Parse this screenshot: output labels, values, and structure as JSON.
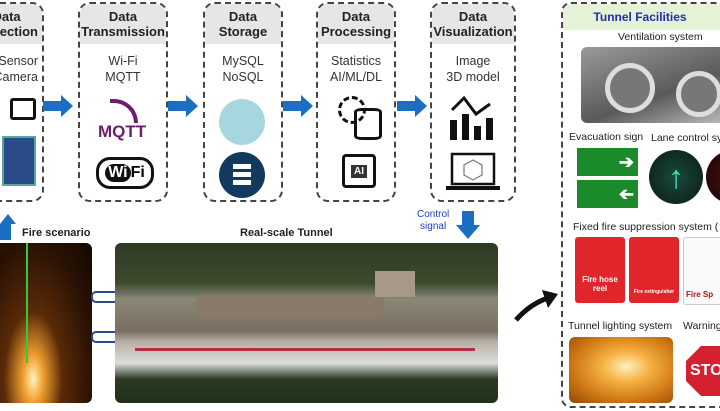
{
  "stages": [
    {
      "title": "Data\nCollection",
      "items": [
        "Sensor",
        "Camera"
      ]
    },
    {
      "title": "Data\nTransmission",
      "items": [
        "Wi-Fi",
        "MQTT"
      ],
      "logos": [
        "MQTT",
        "Wi",
        "Fi"
      ]
    },
    {
      "title": "Data\nStorage",
      "items": [
        "MySQL",
        "NoSQL"
      ]
    },
    {
      "title": "Data\nProcessing",
      "items": [
        "Statistics",
        "AI/ML/DL"
      ],
      "chip_label": "AI"
    },
    {
      "title": "Data\nVisualization",
      "items": [
        "Image",
        "3D model"
      ]
    }
  ],
  "bottom": {
    "fire_scenario": "Fire scenario",
    "real_scale_tunnel": "Real-scale Tunnel",
    "control_signal": "Control\nsignal"
  },
  "facilities": {
    "title": "Tunnel Facilities",
    "ventilation": "Ventilation system",
    "evacuation": "Evacuation sign",
    "lane_control": "Lane control system",
    "fire_suppression": "Fixed fire suppression system (",
    "fire_hose": "Fire hose reel",
    "extinguisher": "Fire extinguisher",
    "sprinkler": "Fire Sp",
    "lighting": "Tunnel lighting system",
    "warning": "Warning",
    "stop": "STOP"
  },
  "colors": {
    "arrow": "#1a6fc4",
    "mqtt": "#6b1d6e",
    "title_blue": "#1f2fa8",
    "header_green": "#e6f2d8"
  }
}
